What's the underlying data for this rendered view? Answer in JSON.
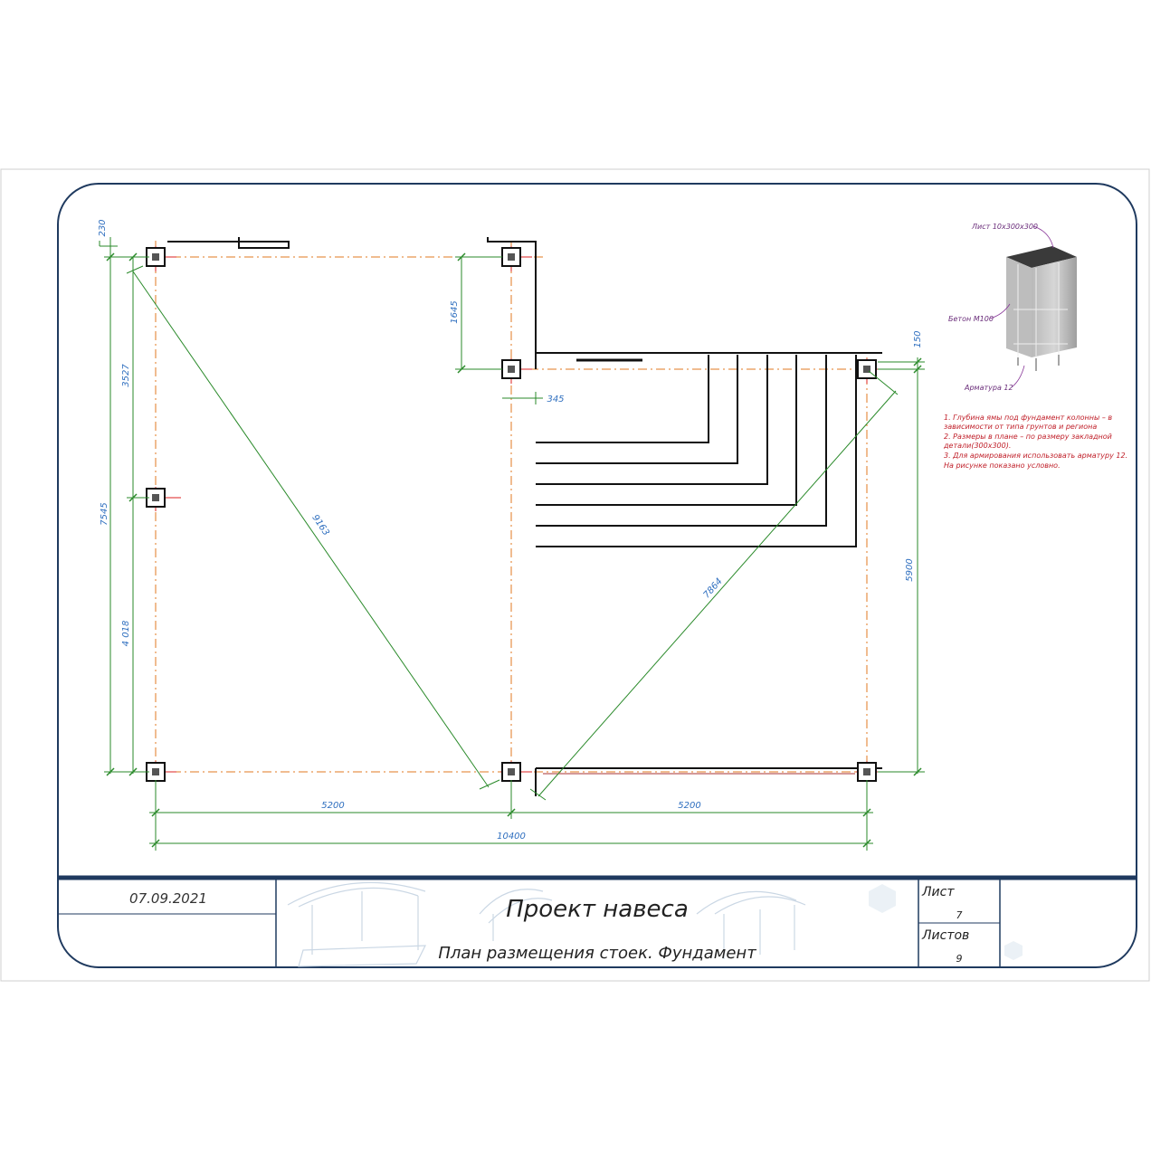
{
  "drawing": {
    "dimensions": {
      "top_left_offset": "230",
      "left_upper": "3527",
      "left_total": "7545",
      "left_lower": "4 018",
      "diagonal_left": "9163",
      "diagonal_right": "7864",
      "middle_vertical": "1645",
      "middle_small": "345",
      "right_small": "150",
      "right_vertical": "5900",
      "bottom_left": "5200",
      "bottom_right": "5200",
      "bottom_total": "10400"
    },
    "detail": {
      "label_sheet": "Лист 10х300х300",
      "label_concrete": "Бетон М100",
      "label_rebar": "Арматура 12"
    },
    "notes": [
      "1. Глубина ямы под фундамент колонны –  в",
      "зависимости от типа грунтов и региона",
      "2. Размеры в плане – по размеру закладной",
      "детали(300х300).",
      "3. Для армирования использовать арматуру 12.",
      "На рисунке показано условно."
    ]
  },
  "title_block": {
    "date": "07.09.2021",
    "title": "Проект навеса",
    "subtitle": "План размещения стоек. Фундамент",
    "sheet_label": "Лист",
    "sheet_number": "7",
    "sheets_label": "Листов",
    "sheets_total": "9"
  },
  "colors": {
    "frame": "#1f3a5f",
    "axis": "#e07a20",
    "dimension": "#2a8a2a",
    "dimension_text": "#2f6fbf",
    "note_text": "#c0202a"
  }
}
